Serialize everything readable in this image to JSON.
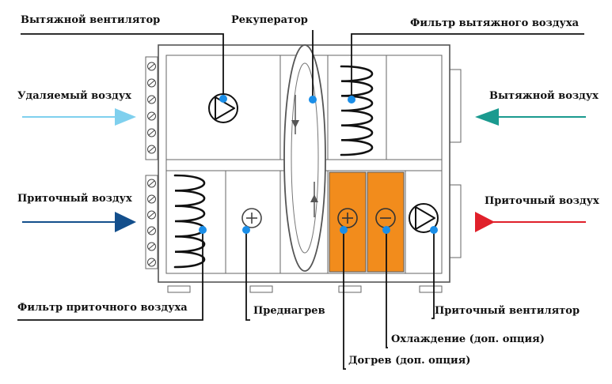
{
  "labels": {
    "exhaust_fan": "Вытяжной вентилятор",
    "recuperator": "Рекуператор",
    "exhaust_filter": "Фильтр вытяжного воздуха",
    "removed_air": "Удаляемый воздух",
    "exhaust_air": "Вытяжной воздух",
    "supply_air_left": "Приточный воздух",
    "supply_air_right": "Приточный воздух",
    "supply_filter": "Фильтр приточного воздуха",
    "preheat": "Преднагрев",
    "supply_fan": "Приточный вентилятор",
    "cooling": "Охлаждение (доп. опция)",
    "reheat": "Догрев (доп. опция)"
  },
  "colors": {
    "removed_air_arrow": "#7fd0ee",
    "exhaust_air_arrow": "#1a9a8f",
    "supply_air_arrow_left": "#134f8c",
    "supply_air_arrow_right": "#e0202a",
    "heater_modules": "#f28c1c",
    "marker_dot": "#1a8ee8"
  },
  "icons": [
    "fan-icon",
    "heater-plus-icon",
    "cooler-minus-icon",
    "filter-coil-icon",
    "rotation-arrow-icon"
  ]
}
